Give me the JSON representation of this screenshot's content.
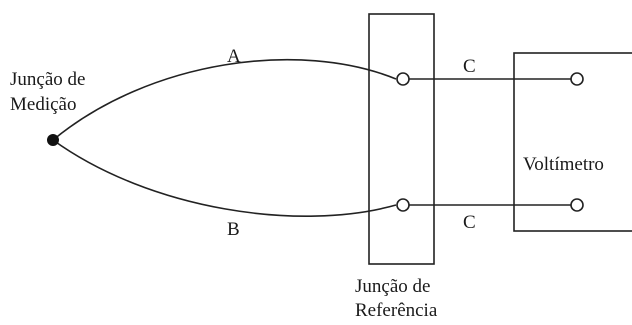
{
  "diagram": {
    "measurement_junction": {
      "line1": "Junção de",
      "line2": "Medição"
    },
    "reference_junction": {
      "line1": "Junção de",
      "line2": "Referência"
    },
    "voltmeter": {
      "label": "Voltímetro"
    },
    "wires": {
      "a": {
        "label": "A"
      },
      "b": {
        "label": "B"
      },
      "c_top": {
        "label": "C"
      },
      "c_bottom": {
        "label": "C"
      }
    }
  }
}
